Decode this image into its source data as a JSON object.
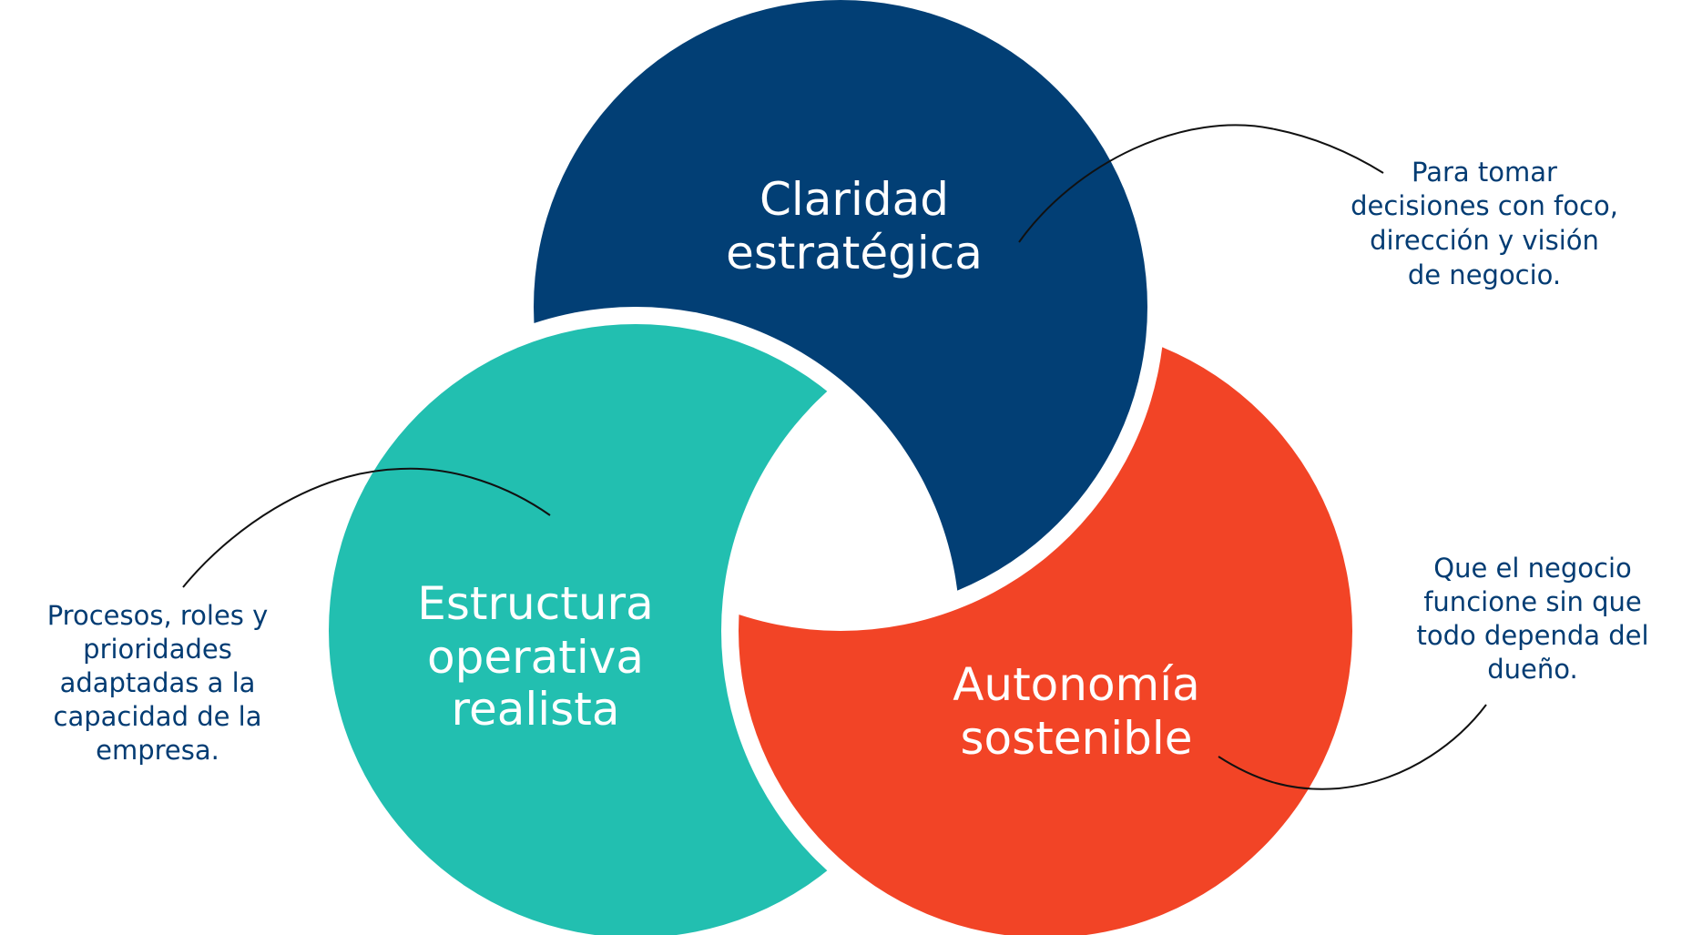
{
  "colors": {
    "blue": "#023f75",
    "teal": "#22bfb0",
    "orange": "#f24426",
    "text": "#033c73"
  },
  "segments": [
    {
      "name": "claridad",
      "label_lines": [
        "Claridad",
        "estratégica"
      ],
      "note_lines": [
        "Para tomar",
        "decisiones con foco,",
        "dirección y visión",
        "de negocio."
      ]
    },
    {
      "name": "estructura",
      "label_lines": [
        "Estructura",
        "operativa",
        "realista"
      ],
      "note_lines": [
        "Procesos, roles y",
        "prioridades",
        "adaptadas a la",
        "capacidad de la",
        "empresa."
      ]
    },
    {
      "name": "autonomia",
      "label_lines": [
        "Autonomía",
        "sostenible"
      ],
      "note_lines": [
        "Que el negocio",
        "funcione sin que",
        "todo dependa del",
        "dueño."
      ]
    }
  ]
}
